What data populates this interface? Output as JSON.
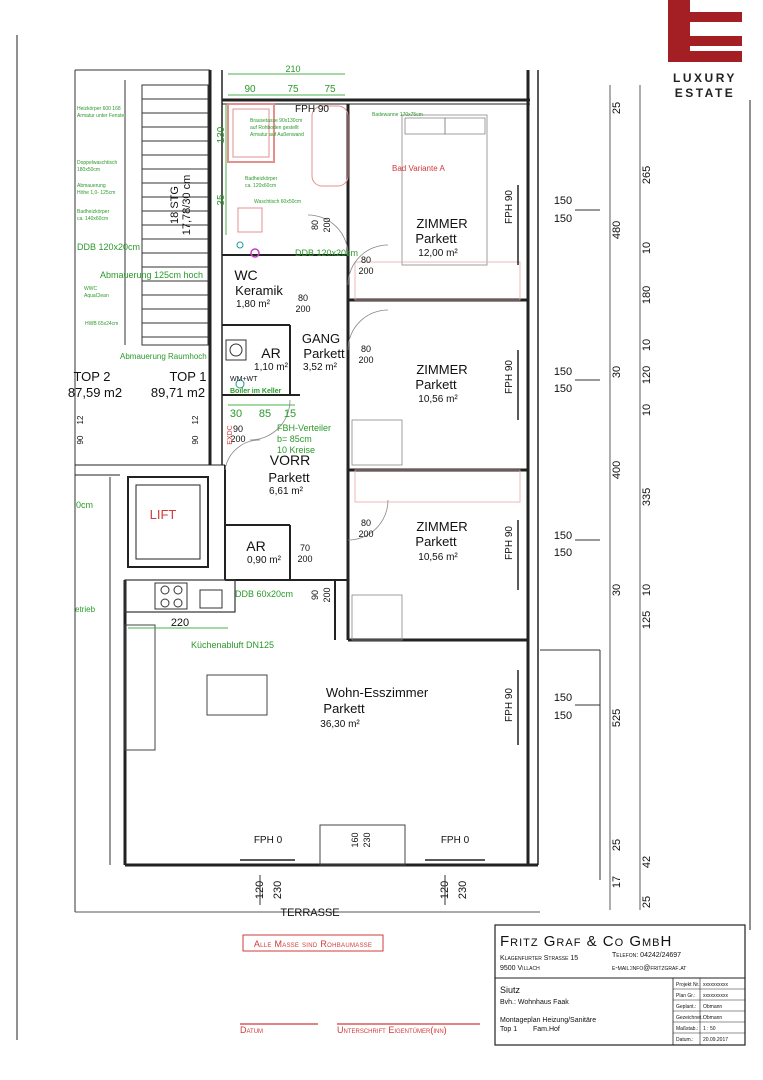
{
  "logo": {
    "line1": "LUXURY",
    "line2": "ESTATE",
    "color": "#a31f24"
  },
  "rooms": {
    "z1": {
      "name": "ZIMMER",
      "floor": "Parkett",
      "area": "12,00 m²"
    },
    "z2": {
      "name": "ZIMMER",
      "floor": "Parkett",
      "area": "10,56 m²"
    },
    "z3": {
      "name": "ZIMMER",
      "floor": "Parkett",
      "area": "10,56 m²"
    },
    "wc": {
      "name": "WC",
      "floor": "Keramik",
      "area": "1,80 m²"
    },
    "gang": {
      "name": "GANG",
      "floor": "Parkett",
      "area": "3,52 m²"
    },
    "ar1": {
      "name": "AR",
      "area": "1,10 m²"
    },
    "ar2": {
      "name": "AR",
      "area": "0,90 m²"
    },
    "vorr": {
      "name": "VORR",
      "floor": "Parkett",
      "area": "6,61 m²"
    },
    "wohn": {
      "name": "Wohn-Esszimmer",
      "floor": "Parkett",
      "area": "36,30 m²"
    },
    "top1": {
      "name": "TOP 1",
      "area": "89,71 m2"
    },
    "top2": {
      "name": "TOP 2",
      "area": "87,59 m2"
    },
    "lift": "LIFT",
    "stairs": {
      "count": "18 STG",
      "size": "17,78/30 cm"
    },
    "terrasse": "TERRASSE"
  },
  "dims": {
    "right": [
      "25",
      "265",
      "480",
      "10",
      "180",
      "10",
      "30",
      "120",
      "10",
      "400",
      "335",
      "30",
      "10",
      "125",
      "525",
      "25",
      "42",
      "17",
      "25"
    ],
    "window_a": "150",
    "window_b": "150",
    "fph90": "FPH 90",
    "fph0": "FPH 0",
    "door_80": "80",
    "door_200": "200",
    "door_70": "70",
    "door_90": "90",
    "door_160": "160",
    "door_230": "230",
    "door_120": "120",
    "top_90": "90",
    "top_75": "75",
    "top_210": "210",
    "left_130": "130",
    "left_35": "35",
    "d220": "220",
    "d30": "30",
    "d85": "85",
    "d15": "15",
    "d12": "12",
    "exdc": "EXDC"
  },
  "notes": {
    "bad_variante": "Bad Variante A",
    "ddb1": "DDB 120x20cm",
    "ddb2": "DDB 120x20cm",
    "ddb3": "DDB 60x20cm",
    "abm1": "Abmauerung 125cm hoch",
    "abm2": "Abmauerung Raumhoch",
    "fbh1": "FBH-Verteiler",
    "fbh2": "b= 85cm",
    "fbh3": "10 Kreise",
    "boiler": "Boiler im Keller",
    "wmwt": "WM+WT",
    "kuechen": "Küchenabluft DN125",
    "brause": "Brausetasse 90x130cm",
    "brause2": "auf Rohboden gestellt",
    "brause3": "Armatur auf Außenwand",
    "badewanne": "Badewanne 170x75cm",
    "badheiz": "Badheizkörper",
    "badheiz2": "ca. 120x60cm",
    "wasch": "Waschtisch 60x50cm",
    "small1": "Heizkörper 600 168",
    "small2": "Armatur unter Fenster",
    "small3": "Doppelwaschtisch",
    "small4": "180x50cm",
    "small5": "Abmauerung",
    "small6": "Höhe 1,0- 125cm",
    "small7": "Badheizkörper",
    "small8": "ca. 140x60cm",
    "small9": "HWB 65x24cm",
    "small10": "WWC",
    "small11": "AquaClean",
    "cm": "0cm",
    "trieb": "etrieb"
  },
  "footer": {
    "masse": "Alle Maße sind Rohbaumaße",
    "datum": "Datum",
    "unterschrift": "Unterschrift Eigentümer(inn)"
  },
  "titleblock": {
    "company": "Fritz Graf & Co GmbH",
    "phone": "Telefon: 04242/24697",
    "street": "Klagenfurter Straße 15",
    "city": "9500 Villach",
    "email": "e-mail:info@fritzgraf.at",
    "project": "Siutz",
    "bvh": "Bvh.: Wohnhaus Faak",
    "plan_name": "Montageplan Heizung/Sanitäre",
    "plan_top": "Top 1",
    "plan_fam": "Fam.Hof",
    "rows": [
      {
        "label": "Projekt Nr.:",
        "value": "xxxxxxxxxx"
      },
      {
        "label": "Plan Gr.:",
        "value": "xxxxxxxxxx"
      },
      {
        "label": "Geplant.:",
        "value": "Obmann"
      },
      {
        "label": "Gezeichnet.:",
        "value": "Obmann"
      },
      {
        "label": "Maßstab.:",
        "value": "1 : 50"
      },
      {
        "label": "Datum.:",
        "value": "20.09.2017"
      }
    ]
  }
}
